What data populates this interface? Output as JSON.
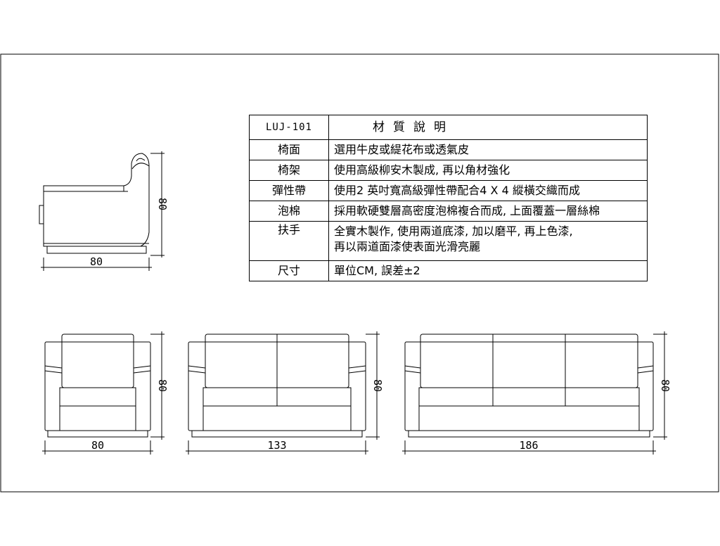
{
  "spec_table": {
    "model": "LUJ-101",
    "title": "材質說明",
    "rows": [
      {
        "label": "椅面",
        "value": "選用牛皮或緹花布或透氣皮"
      },
      {
        "label": "椅架",
        "value": "使用高級柳安木製成, 再以角材強化"
      },
      {
        "label": "彈性帶",
        "value": "使用2 英吋寬高級彈性帶配合4 X 4 縱橫交織而成"
      },
      {
        "label": "泡棉",
        "value": "採用軟硬雙層高密度泡棉複合而成, 上面覆蓋一層絲棉"
      },
      {
        "label": "扶手",
        "value": "全實木製作, 使用兩道底漆, 加以磨平, 再上色漆,",
        "value2": "再以兩道面漆使表面光滑亮麗"
      },
      {
        "label": "尺寸",
        "value": "單位CM, 誤差±2"
      }
    ]
  },
  "dimensions": {
    "side_height": "80",
    "side_depth": "80",
    "single_width": "80",
    "single_height": "80",
    "double_width": "133",
    "double_height": "80",
    "triple_width": "186",
    "triple_height": "80"
  }
}
